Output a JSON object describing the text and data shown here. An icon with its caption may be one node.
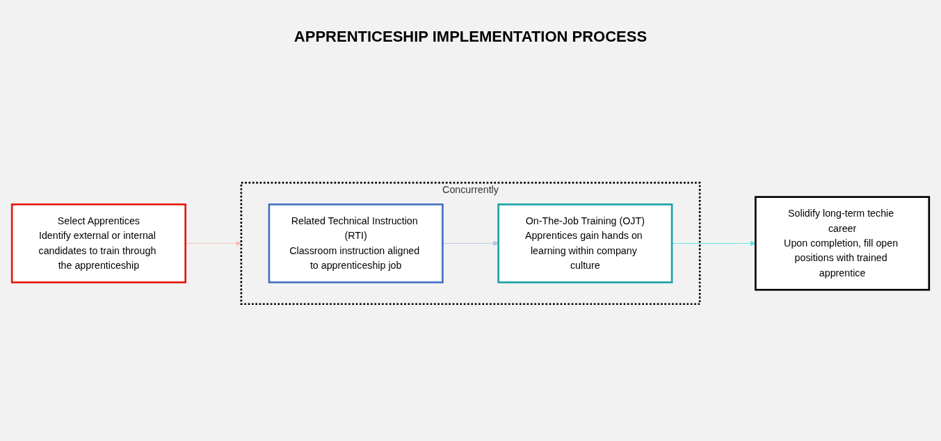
{
  "diagram": {
    "title": "APPRENTICESHIP IMPLEMENTATION PROCESS",
    "nodes": [
      {
        "text": [
          "Select Apprentices",
          "Identify external or internal candidates to train through the apprenticeship"
        ]
      },
      {
        "text": [
          "Concurrently"
        ]
      },
      {
        "text": [
          "Related Technical Instruction (RTI)",
          "Classroom instruction aligned to apprenticeship job"
        ],
        "in": 1
      },
      {
        "text": [
          "On-The-Job Training (OJT)",
          "Apprentices gain hands on learning within company culture"
        ],
        "in": 1
      },
      {
        "text": [
          "Solidify long-term techie career",
          "Upon completion, fill open positions with trained apprentice"
        ]
      }
    ],
    "edges": [
      {
        "from": 0,
        "to": 1,
        "arrow": "to",
        "color": "#f8bcb8"
      },
      {
        "from": 2,
        "to": 3,
        "arrow": "to",
        "color": "#b4c3e6"
      },
      {
        "from": 3,
        "to": 4,
        "arrow": "to",
        "color": "#5fdde8"
      }
    ]
  }
}
